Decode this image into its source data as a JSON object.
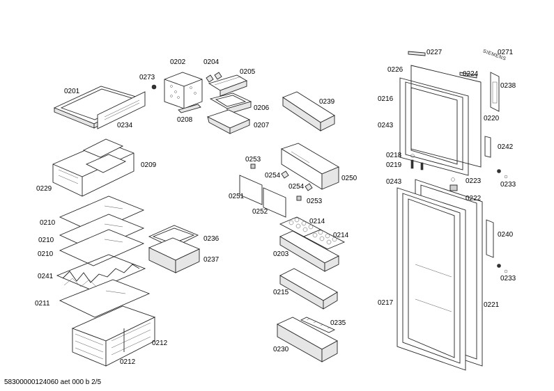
{
  "footer": "58300000124060 aet 000 b 2/5",
  "brand": "SIEMENS",
  "labels": {
    "l0201": "0201",
    "l0202": "0202",
    "l0204": "0204",
    "l0205": "0205",
    "l0206": "0206",
    "l0207": "0207",
    "l0208": "0208",
    "l0209": "0209",
    "l0210a": "0210",
    "l0210b": "0210",
    "l0210c": "0210",
    "l0211": "0211",
    "l0212a": "0212",
    "l0212b": "0212",
    "l0214a": "0214",
    "l0214b": "0214",
    "l0215": "0215",
    "l0216": "0216",
    "l0217": "0217",
    "l0218": "0218",
    "l0219": "0219",
    "l0220": "0220",
    "l0221": "0221",
    "l0222": "0222",
    "l0223": "0223",
    "l0224": "0224",
    "l0226": "0226",
    "l0227": "0227",
    "l0229": "0229",
    "l0230": "0230",
    "l0233a": "0233",
    "l0233b": "0233",
    "l0234": "0234",
    "l0235": "0235",
    "l0236": "0236",
    "l0237": "0237",
    "l0238": "0238",
    "l0239": "0239",
    "l0240": "0240",
    "l0241": "0241",
    "l0242": "0242",
    "l0243a": "0243",
    "l0243b": "0243",
    "l0250": "0250",
    "l0251": "0251",
    "l0252": "0252",
    "l0253a": "0253",
    "l0253b": "0253",
    "l0254a": "0254",
    "l0254b": "0254",
    "l0271": "0271",
    "l0273": "0273",
    "l0203": "0203"
  }
}
